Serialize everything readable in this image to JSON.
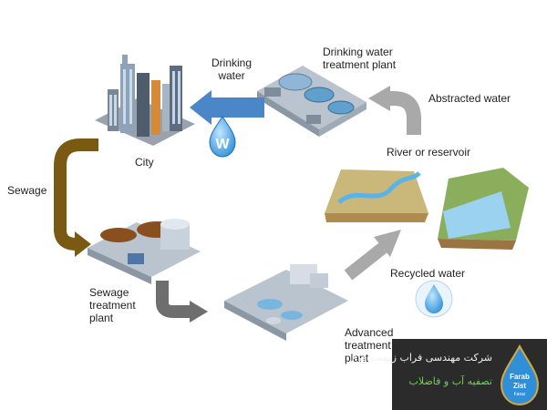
{
  "labels": {
    "drinking_water": [
      "Drinking",
      "water"
    ],
    "treatment_plant": [
      "Drinking water",
      "treatment plant"
    ],
    "abstracted_water": "Abstracted water",
    "city": "City",
    "river_reservoir": "River or reservoir",
    "sewage": "Sewage",
    "sewage_plant": [
      "Sewage",
      "treatment",
      "plant"
    ],
    "recycled_water": "Recycled water",
    "advanced_plant": [
      "Advanced",
      "treatment",
      "plant"
    ],
    "w_badge": "W"
  },
  "logo": {
    "line1": "شرکت مهندسی فراب زیست فراز",
    "line2": "تصفیه آب و فاضلاب",
    "mark_text": [
      "Farab",
      "Zist",
      "Faraz"
    ]
  },
  "colors": {
    "arrow_blue": "#4a86c8",
    "arrow_gray": "#a9a9a9",
    "arrow_dark_gray": "#6e6e6e",
    "arrow_sewage": "#7a5a12",
    "drop_blue": "#2f8fd8",
    "logo_bg": "#2b2b2b",
    "logo_green": "#6fd24a"
  }
}
